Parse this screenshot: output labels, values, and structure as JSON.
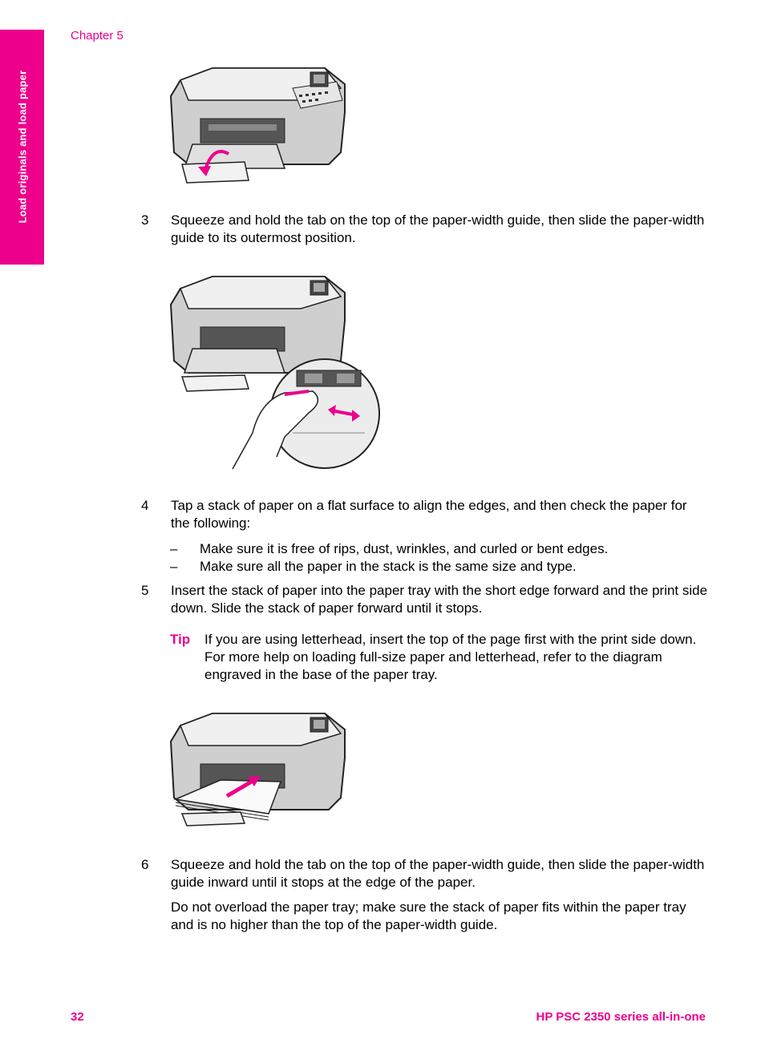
{
  "header": {
    "chapter": "Chapter 5"
  },
  "side_tab": {
    "label": "Load originals and load paper"
  },
  "steps": [
    {
      "num": "3",
      "text": "Squeeze and hold the tab on the top of the paper-width guide, then slide the paper-width guide to its outermost position."
    },
    {
      "num": "4",
      "text": "Tap a stack of paper on a flat surface to align the edges, and then check the paper for the following:"
    },
    {
      "num": "5",
      "text": "Insert the stack of paper into the paper tray with the short edge forward and the print side down. Slide the stack of paper forward until it stops."
    },
    {
      "num": "6",
      "text": "Squeeze and hold the tab on the top of the paper-width guide, then slide the paper-width guide inward until it stops at the edge of the paper."
    }
  ],
  "bullets": [
    {
      "dash": "–",
      "text": "Make sure it is free of rips, dust, wrinkles, and curled or bent edges."
    },
    {
      "dash": "–",
      "text": "Make sure all the paper in the stack is the same size and type."
    }
  ],
  "tip": {
    "label": "Tip",
    "text": "If you are using letterhead, insert the top of the page first with the print side down. For more help on loading full-size paper and letterhead, refer to the diagram engraved in the base of the paper tray."
  },
  "note": "Do not overload the paper tray; make sure the stack of paper fits within the paper tray and is no higher than the top of the paper-width guide.",
  "footer": {
    "page_number": "32",
    "title": "HP PSC 2350 series all-in-one"
  },
  "colors": {
    "accent": "#ec008c"
  }
}
